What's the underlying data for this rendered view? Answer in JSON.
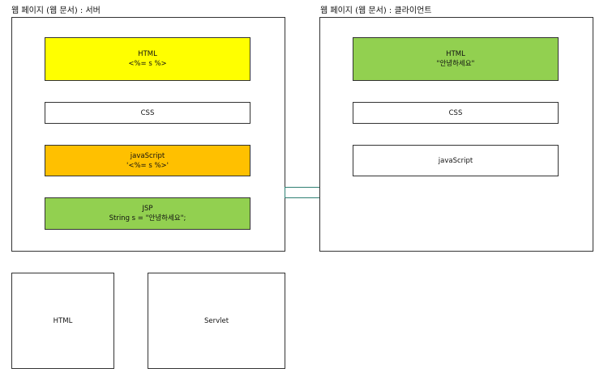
{
  "server": {
    "caption": "웹 페이지 (웹 문서) : 서버",
    "html_box": {
      "title": "HTML",
      "line2": "<%= s %>",
      "color": "#ffff00"
    },
    "css_box": {
      "title": "CSS",
      "color": "#ffffff"
    },
    "js_box": {
      "title": "javaScript",
      "line2": "'<%= s %>'",
      "color": "#ffc000"
    },
    "jsp_box": {
      "title": "JSP",
      "line2": "String s = \"안녕하세요\";",
      "color": "#92d050"
    }
  },
  "client": {
    "caption": "웹 페이지 (웹 문서) : 클라이언트",
    "html_box": {
      "title": "HTML",
      "line2": "\"안녕하세요\"",
      "color": "#92d050"
    },
    "css_box": {
      "title": "CSS",
      "color": "#ffffff"
    },
    "js_box": {
      "title": "javaScript",
      "color": "#ffffff"
    }
  },
  "bottom": {
    "html_label": "HTML",
    "servlet_label": "Servlet"
  }
}
